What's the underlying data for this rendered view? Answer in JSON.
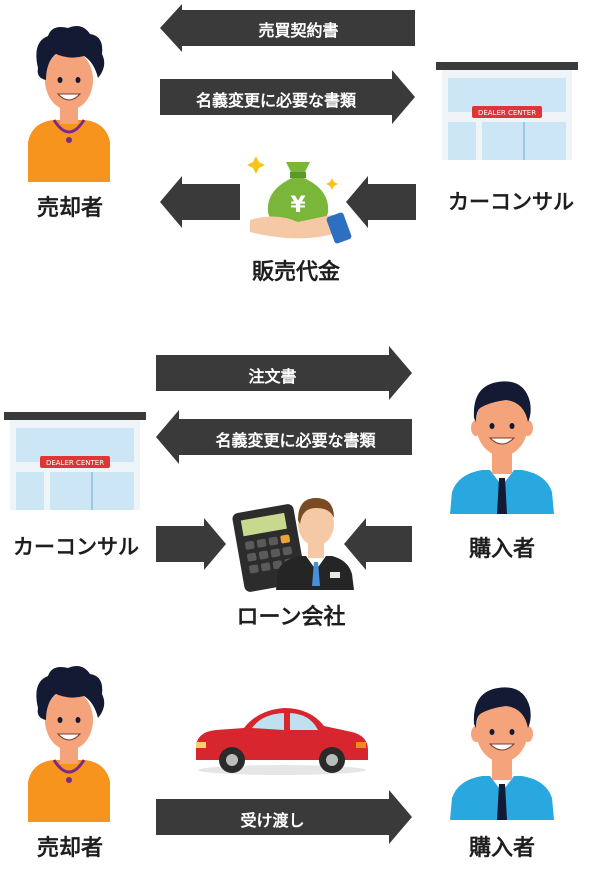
{
  "section1": {
    "seller_label": "売却者",
    "consultant_label": "カーコンサル",
    "payment_label": "販売代金",
    "arrow_contract": "売買契約書",
    "arrow_docs": "名義変更に必要な書類",
    "dealer_sign": "DEALER CENTER",
    "currency_symbol": "¥"
  },
  "section2": {
    "arrow_order": "注文書",
    "arrow_docs": "名義変更に必要な書類",
    "consultant_label": "カーコンサル",
    "buyer_label": "購入者",
    "loan_label": "ローン会社",
    "dealer_sign": "DEALER CENTER"
  },
  "section3": {
    "seller_label": "売却者",
    "buyer_label": "購入者",
    "arrow_delivery": "受け渡し"
  },
  "colors": {
    "arrow": "#3a3a3a",
    "skin": "#f5a37a",
    "hair": "#141a33",
    "seller_shirt": "#f7941d",
    "buyer_shirt": "#29a8e0",
    "car": "#d7262e",
    "money_bag": "#7ab639"
  }
}
